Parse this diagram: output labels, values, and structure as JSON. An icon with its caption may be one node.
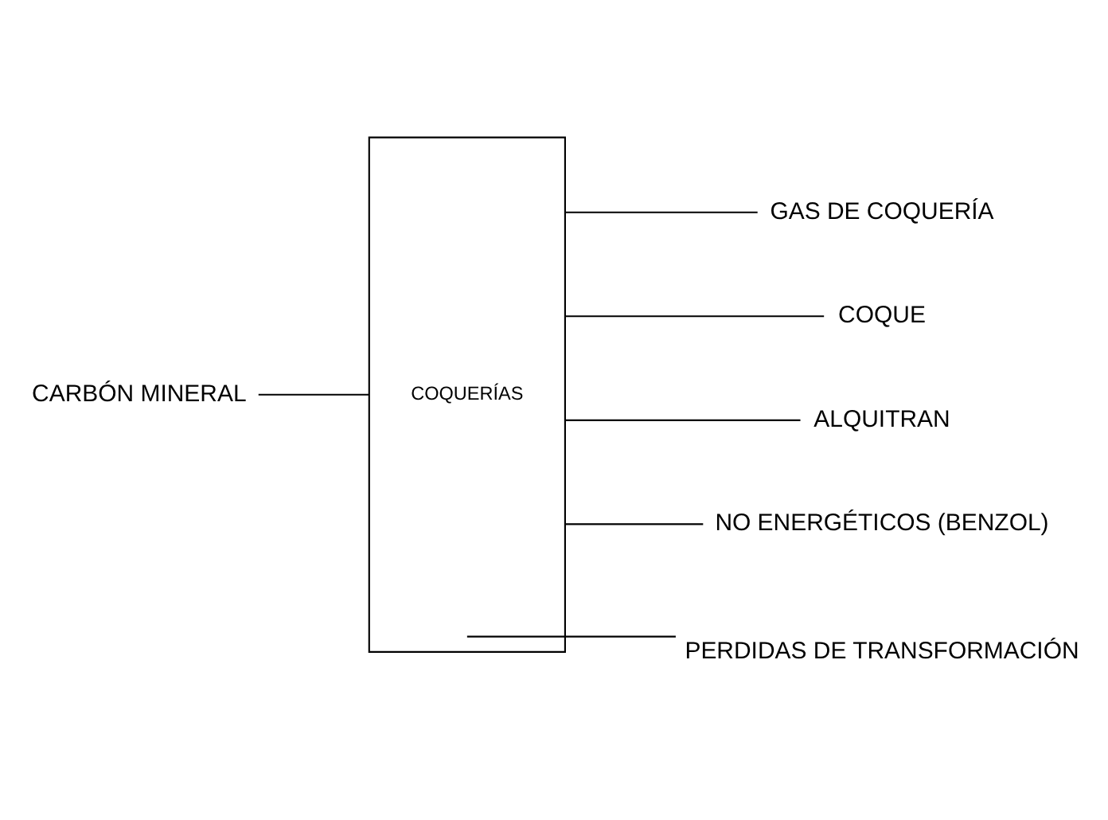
{
  "diagram": {
    "nodes": [
      {
        "text": [
          "CARBÓN MINERAL"
        ]
      },
      {
        "text": [
          "COQUERÍAS"
        ]
      },
      {
        "text": [
          "GAS DE COQUERÍA"
        ]
      },
      {
        "text": [
          "COQUE"
        ]
      },
      {
        "text": [
          "ALQUITRAN"
        ]
      },
      {
        "text": [
          "NO ENERGÉTICOS (BENZOL)"
        ]
      },
      {
        "text": [
          "PERDIDAS DE TRANSFORMACIÓN"
        ]
      }
    ],
    "edges": [
      {
        "from": 0,
        "to": 1,
        "arrow": "none"
      },
      {
        "from": 1,
        "to": 2,
        "arrow": "none"
      },
      {
        "from": 1,
        "to": 3,
        "arrow": "none"
      },
      {
        "from": 1,
        "to": 4,
        "arrow": "none"
      },
      {
        "from": 1,
        "to": 5,
        "arrow": "none"
      },
      {
        "from": 1,
        "to": 6,
        "arrow": "none"
      }
    ]
  }
}
